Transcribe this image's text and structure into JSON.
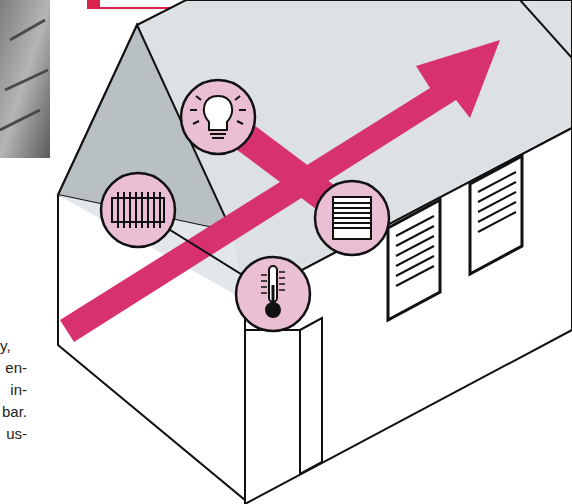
{
  "diagram": {
    "labels": [
      "y,",
      "en-",
      "in-",
      "bar.",
      "us-"
    ]
  }
}
